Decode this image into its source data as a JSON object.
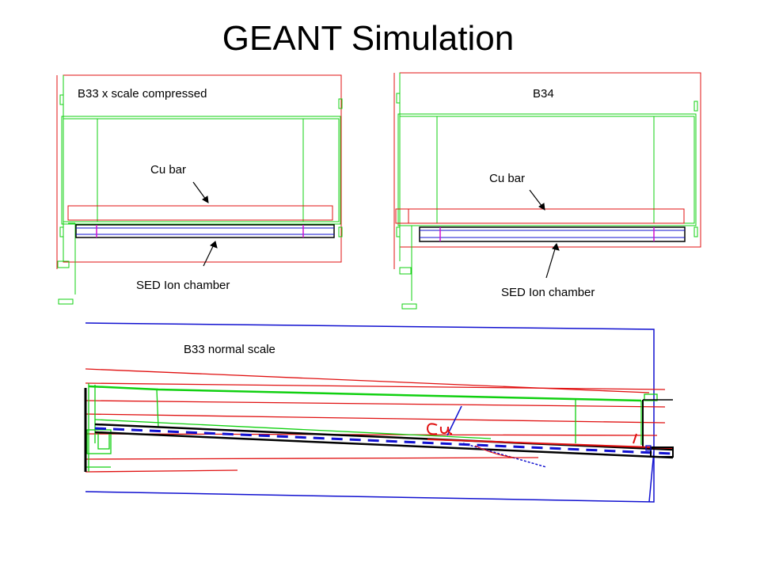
{
  "title": "GEANT Simulation",
  "panels": {
    "b33_compressed": {
      "label": "B33  x scale compressed",
      "cu_bar": "Cu bar",
      "sed": "SED Ion chamber"
    },
    "b34": {
      "label": "B34",
      "cu_bar": "Cu bar",
      "sed": "SED Ion chamber"
    },
    "b33_normal": {
      "label": "B33  normal scale",
      "handwritten_note": "Cu"
    }
  },
  "colors": {
    "red": "#e01010",
    "green": "#10d010",
    "blue": "#1010d0",
    "black": "#000000",
    "magenta": "#d010d0"
  }
}
